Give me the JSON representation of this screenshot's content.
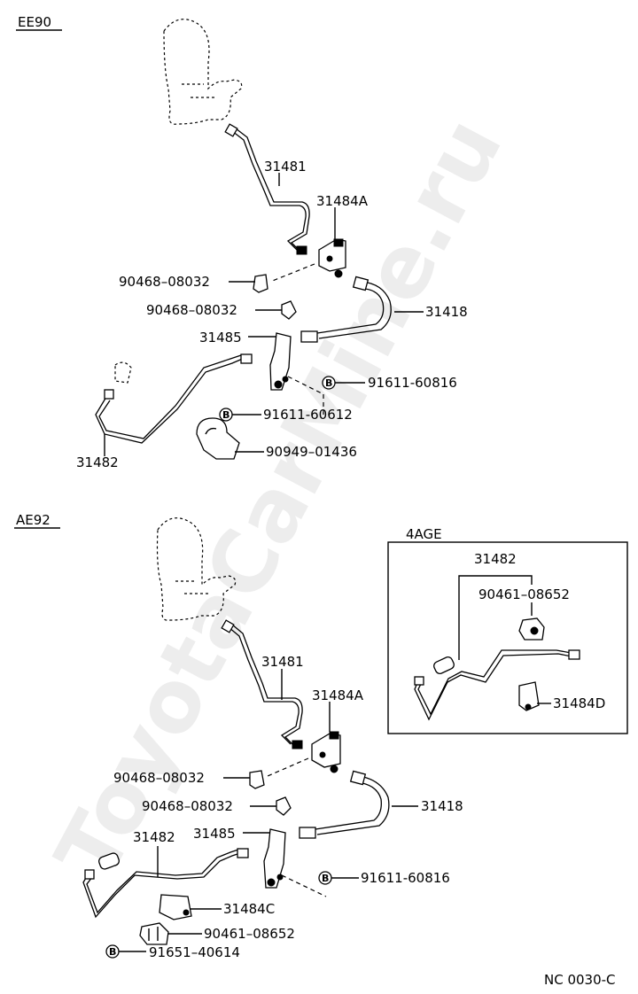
{
  "sections": {
    "top": {
      "title": "EE90"
    },
    "bottom": {
      "title": "AE92"
    },
    "inset": {
      "title": "4AGE"
    }
  },
  "top_labels": {
    "p31481": "31481",
    "p31484A": "31484A",
    "p90468a": "90468–08032",
    "p90468b": "90468–08032",
    "p31418": "31418",
    "p31485": "31485",
    "p91611_60816": "91611-60816",
    "p91611_60612": "91611-60612",
    "p90949": "90949–01436",
    "p31482": "31482"
  },
  "bottom_labels": {
    "p31481": "31481",
    "p31484A": "31484A",
    "p90468a": "90468–08032",
    "p90468b": "90468–08032",
    "p31418": "31418",
    "p31482": "31482",
    "p31485": "31485",
    "p91611_60816": "91611-60816",
    "p31484C": "31484C",
    "p90461": "90461–08652",
    "p91651": "91651–40614"
  },
  "inset_labels": {
    "p31482": "31482",
    "p90461": "90461–08652",
    "p31484D": "31484D"
  },
  "bolt_marker": "B",
  "watermark": "ToyotaCarMine.ru",
  "code": "NC  0030-C"
}
